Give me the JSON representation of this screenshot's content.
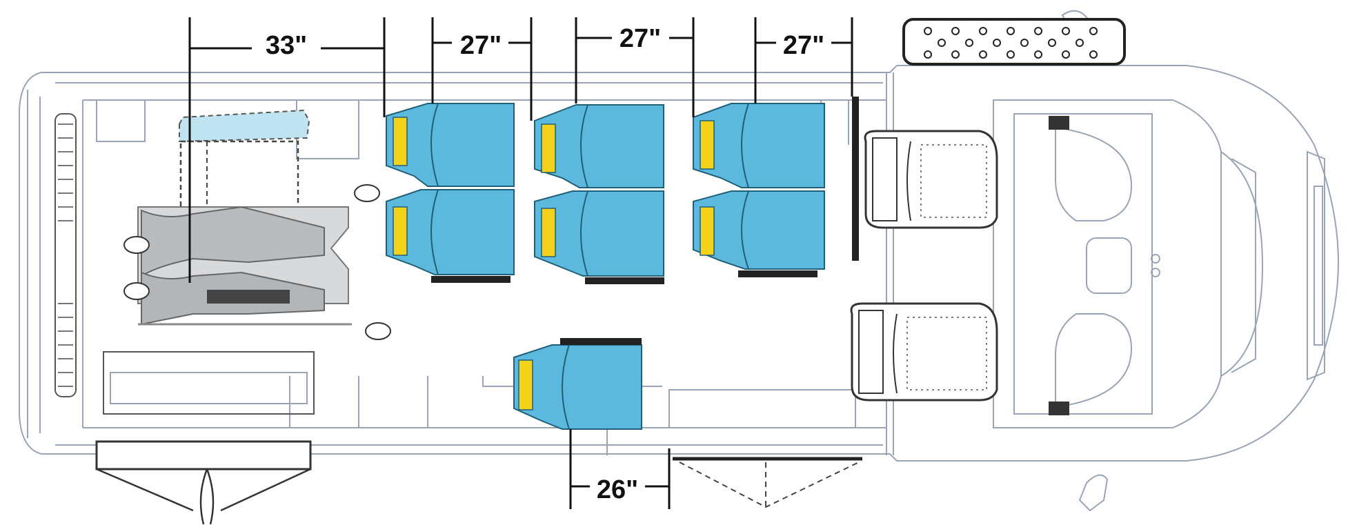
{
  "colors": {
    "seat": "#5cb8dc",
    "seat_edge": "#1e5f7a",
    "headrest": "#f2d21a",
    "outline": "#9aa4b4",
    "dimension_line": "#111111",
    "background": "#ffffff"
  },
  "dimensions": {
    "row1_pitch": "33\"",
    "row2_pitch": "27\"",
    "row3_pitch": "27\"",
    "row4_pitch": "27\"",
    "side_seat_gap": "26\""
  },
  "icons": [
    "passenger-seat-icon",
    "driver-seat-icon",
    "wheelchair-position-icon",
    "step-plate-icon",
    "tie-down-icon"
  ]
}
